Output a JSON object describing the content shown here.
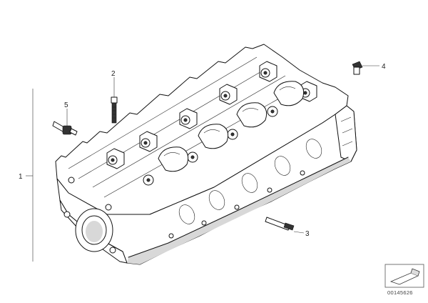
{
  "diagram": {
    "callouts": [
      {
        "id": "callout-1",
        "label": "1"
      },
      {
        "id": "callout-2",
        "label": "2"
      },
      {
        "id": "callout-3",
        "label": "3"
      },
      {
        "id": "callout-4",
        "label": "4"
      },
      {
        "id": "callout-5",
        "label": "5"
      }
    ],
    "document_number": "00145626",
    "corner_icon": "folded-page-arrow-icon"
  }
}
